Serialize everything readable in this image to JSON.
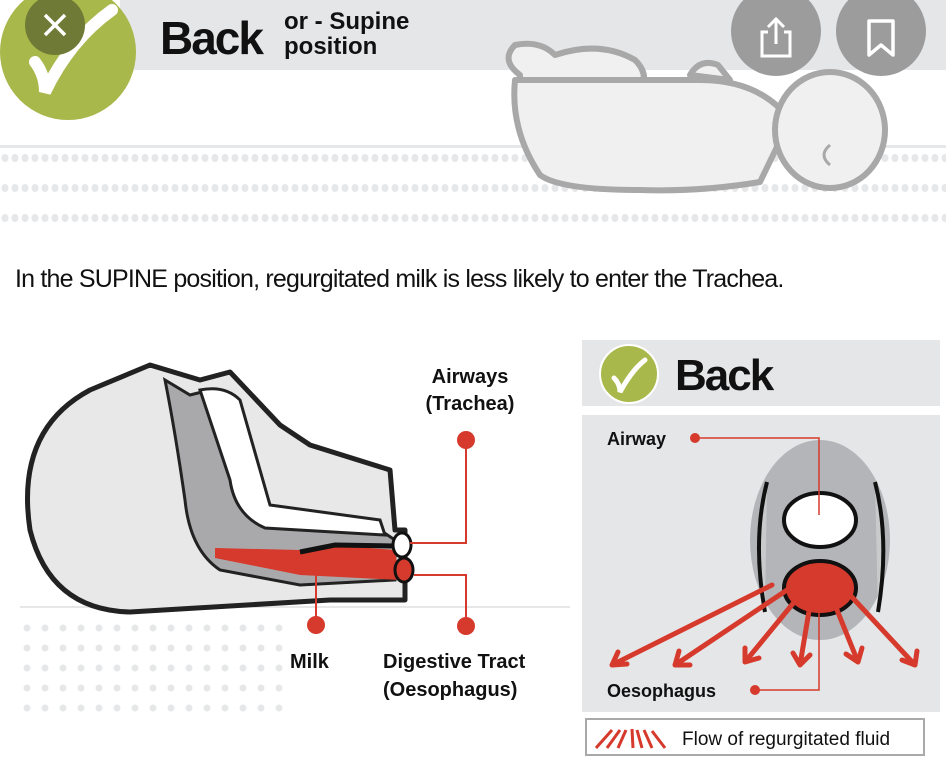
{
  "viewer": {
    "close_icon": "close-icon",
    "share_icon": "share-icon",
    "bookmark_icon": "bookmark-icon"
  },
  "header": {
    "title": "Back",
    "subtitle_line1": "or - Supine",
    "subtitle_line2": "position"
  },
  "caption": "In the SUPINE position, regurgitated milk is less likely to enter the Trachea.",
  "side_diagram": {
    "label_airways_1": "Airways",
    "label_airways_2": "(Trachea)",
    "label_milk": "Milk",
    "label_digestive_1": "Digestive Tract",
    "label_digestive_2": "(Oesophagus)"
  },
  "cross_section": {
    "title": "Back",
    "label_airway": "Airway",
    "label_oesophagus": "Oesophagus",
    "legend": "Flow of regurgitated fluid"
  },
  "colors": {
    "accent_green": "#a9b84a",
    "red": "#d63a2c",
    "panel_gray": "#e5e6e8"
  }
}
